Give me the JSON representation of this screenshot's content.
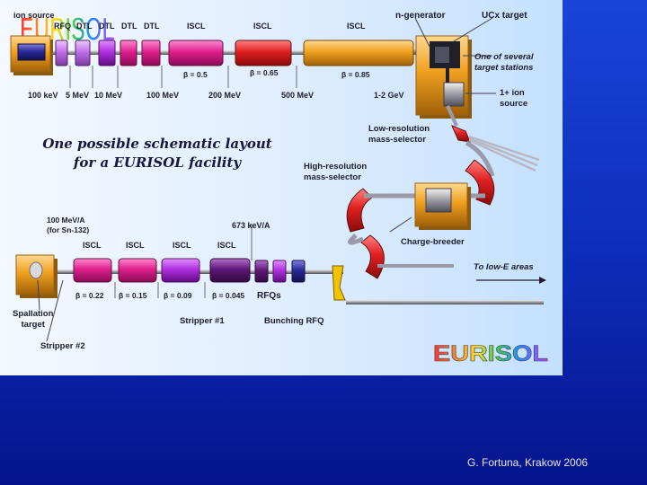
{
  "header": {
    "logo_text": "EURISOL",
    "subtitle": "Design Study"
  },
  "footer": {
    "credit": "G. Fortuna, Krakow 2006"
  },
  "diagram": {
    "caption_line1": "One possible schematic layout",
    "caption_line2": "for a EURISOL facility",
    "inset_logo": "EURISOL",
    "top_line": {
      "section_labels": [
        "ion source",
        "RFQ",
        "DTL",
        "DTL",
        "DTL",
        "DTL",
        "ISCL",
        "ISCL",
        "ISCL"
      ],
      "betas": [
        "β = 0.5",
        "β = 0.65",
        "β = 0.85"
      ],
      "energies": [
        "100 keV",
        "5 MeV",
        "10 MeV",
        "100 MeV",
        "200 MeV",
        "500 MeV",
        "1-2 GeV"
      ]
    },
    "target_area": {
      "n_generator": "n-generator",
      "ucx_target": "UCx target",
      "target_stations_line1": "One of several",
      "target_stations_line2": "target stations",
      "ion_source_line1": "1+ ion",
      "ion_source_line2": "source"
    },
    "separators": {
      "low_res_line1": "Low-resolution",
      "low_res_line2": "mass-selector",
      "high_res_line1": "High-resolution",
      "high_res_line2": "mass-selector",
      "charge_breeder": "Charge-breeder",
      "low_e_areas": "To low-E areas"
    },
    "bottom_line": {
      "energy_note_line1": "100 MeV/A",
      "energy_note_line2": "(for Sn-132)",
      "energy_673": "673 keV/A",
      "section_labels": [
        "ISCL",
        "ISCL",
        "ISCL",
        "ISCL"
      ],
      "betas": [
        "β = 0.22",
        "β = 0.15",
        "β = 0.09",
        "β = 0.045"
      ],
      "rfqs": "RFQs",
      "spallation_line1": "Spallation",
      "spallation_line2": "target",
      "stripper1": "Stripper #1",
      "stripper2": "Stripper #2",
      "bunching_rfq": "Bunching RFQ"
    },
    "colors": {
      "orange": "#f2a020",
      "magenta": "#e0208c",
      "purple": "#8020c8",
      "red": "#e02020",
      "dark_purple": "#601878",
      "navy": "#2a2a9a",
      "pipe": "#9a9aa8"
    }
  }
}
